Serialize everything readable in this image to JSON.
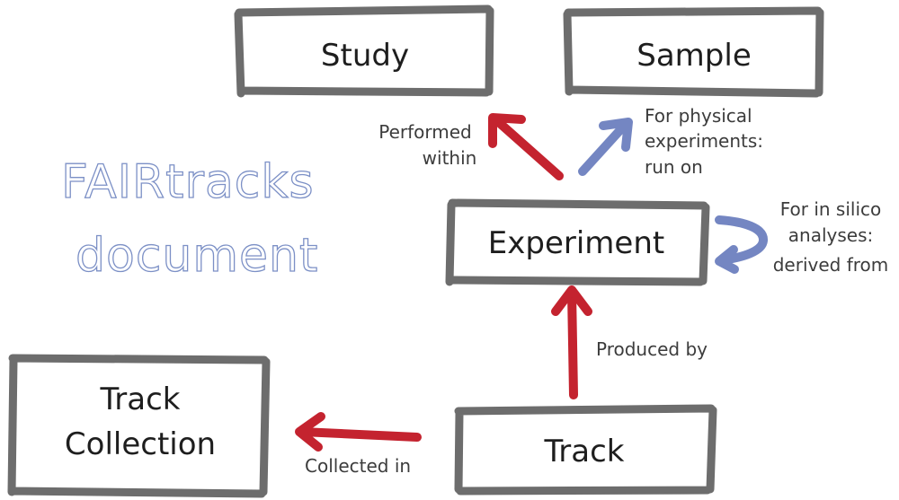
{
  "document_title": [
    "FAIRtracks",
    "document"
  ],
  "nodes": {
    "study": "Study",
    "sample": "Sample",
    "experiment": "Experiment",
    "track_collection": [
      "Track",
      "Collection"
    ],
    "track": "Track"
  },
  "edges": {
    "performed_within": [
      "Performed",
      "within"
    ],
    "run_on": [
      "For physical",
      "experiments:",
      "run on"
    ],
    "derived_from": [
      "For in silico",
      "analyses:",
      "derived from"
    ],
    "produced_by": "Produced by",
    "collected_in": "Collected in"
  },
  "colors": {
    "box_stroke": "#6d6d6d",
    "red_arrow": "#c4232f",
    "blue_arrow": "#7486c2",
    "title": "#7c90c6"
  }
}
